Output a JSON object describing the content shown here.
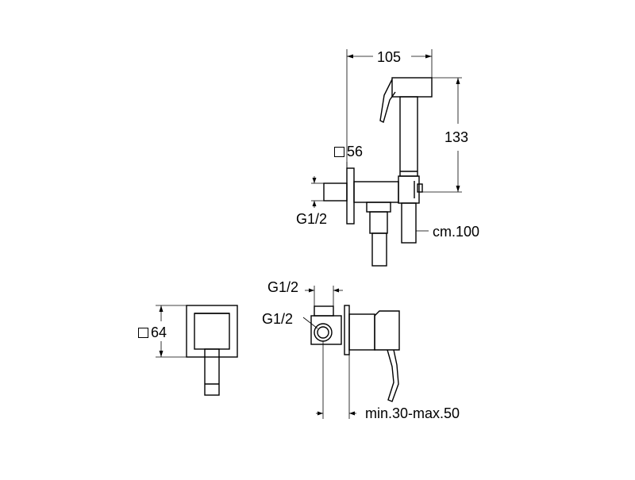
{
  "labels": {
    "width_105": "105",
    "height_133": "133",
    "plate_56": "56",
    "thread_top": "G1/2",
    "hose_length": "cm.100",
    "thread_valve_top": "G1/2",
    "thread_valve_side": "G1/2",
    "plate_64": "64",
    "depth_range": "min.30-max.50"
  },
  "icons": {
    "square_symbol": "square-outline"
  }
}
